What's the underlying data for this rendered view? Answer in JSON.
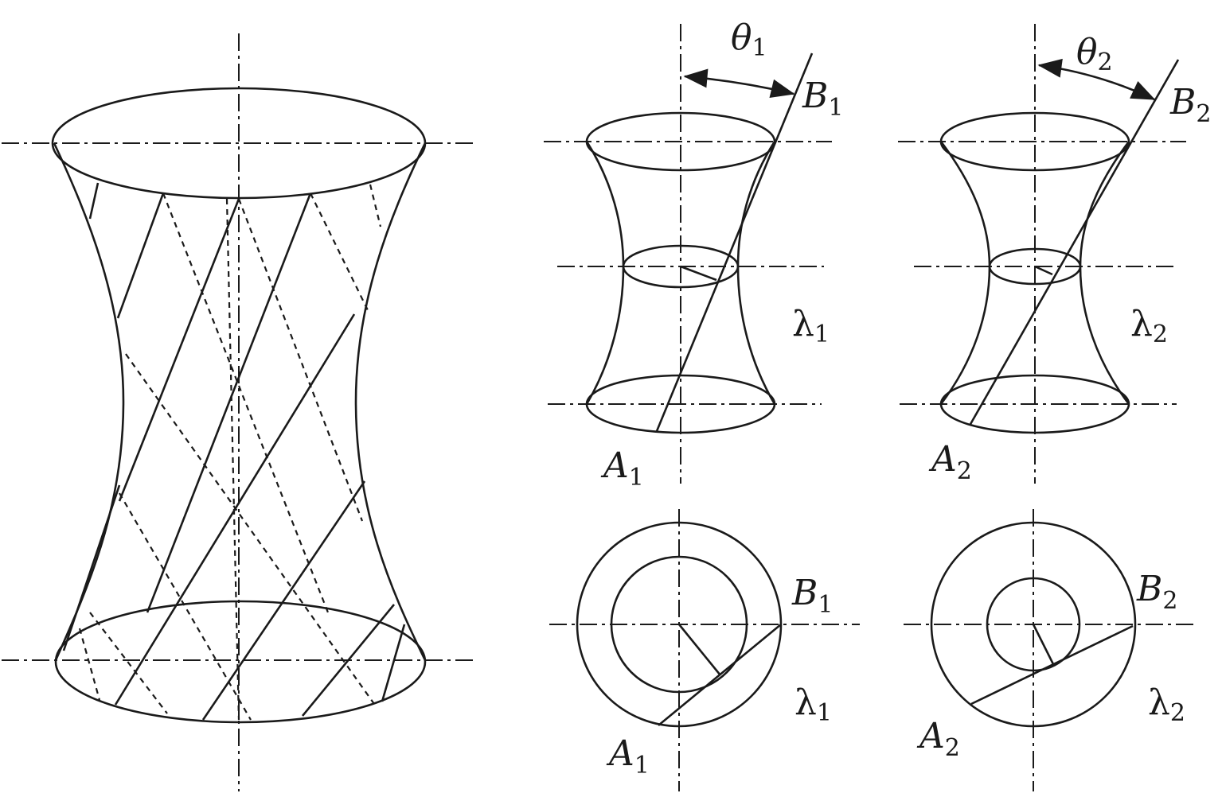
{
  "labels": {
    "theta1": {
      "sym": "θ",
      "sub": "1"
    },
    "theta2": {
      "sym": "θ",
      "sub": "2"
    },
    "B1_top": {
      "sym": "B",
      "sub": "1"
    },
    "B2_top": {
      "sym": "B",
      "sub": "2"
    },
    "lambda1_top": {
      "sym": "λ",
      "sub": "1"
    },
    "lambda2_top": {
      "sym": "λ",
      "sub": "2"
    },
    "A1_top": {
      "sym": "A",
      "sub": "1"
    },
    "A2_top": {
      "sym": "A",
      "sub": "2"
    },
    "B1_bottom": {
      "sym": "B",
      "sub": "1"
    },
    "B2_bottom": {
      "sym": "B",
      "sub": "2"
    },
    "lambda1_bottom": {
      "sym": "λ",
      "sub": "1"
    },
    "lambda2_bottom": {
      "sym": "λ",
      "sub": "2"
    },
    "A1_bottom": {
      "sym": "A",
      "sub": "1"
    },
    "A2_bottom": {
      "sym": "A",
      "sub": "2"
    }
  }
}
